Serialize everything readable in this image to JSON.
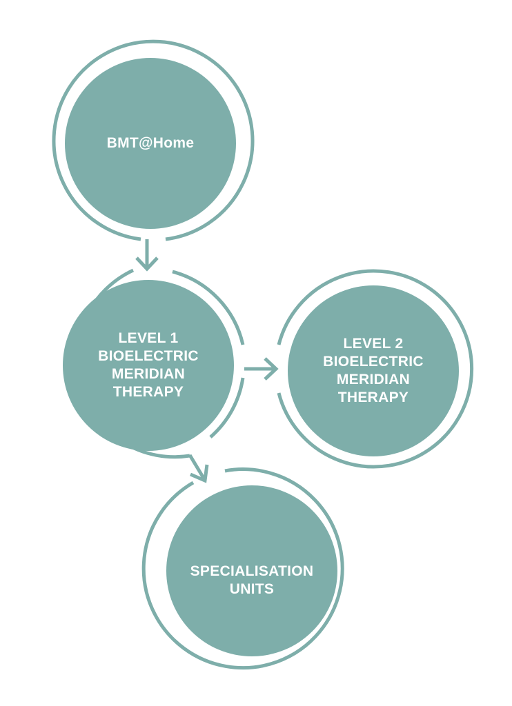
{
  "colors": {
    "node_fill": "#7eaeaa",
    "node_ring": "#7eaeaa",
    "text": "#ffffff",
    "background": "#ffffff"
  },
  "nodes": {
    "bmt_home": {
      "label": "BMT@Home"
    },
    "level1": {
      "label": "LEVEL 1\nBIOELECTRIC\nMERIDIAN\nTHERAPY"
    },
    "level2": {
      "label": "LEVEL 2\nBIOELECTRIC\nMERIDIAN\nTHERAPY"
    },
    "specialisation": {
      "label": "SPECIALISATION\nUNITS"
    }
  },
  "edges": [
    {
      "from": "bmt_home",
      "to": "level1"
    },
    {
      "from": "level1",
      "to": "level2"
    },
    {
      "from": "level1",
      "to": "specialisation"
    }
  ]
}
